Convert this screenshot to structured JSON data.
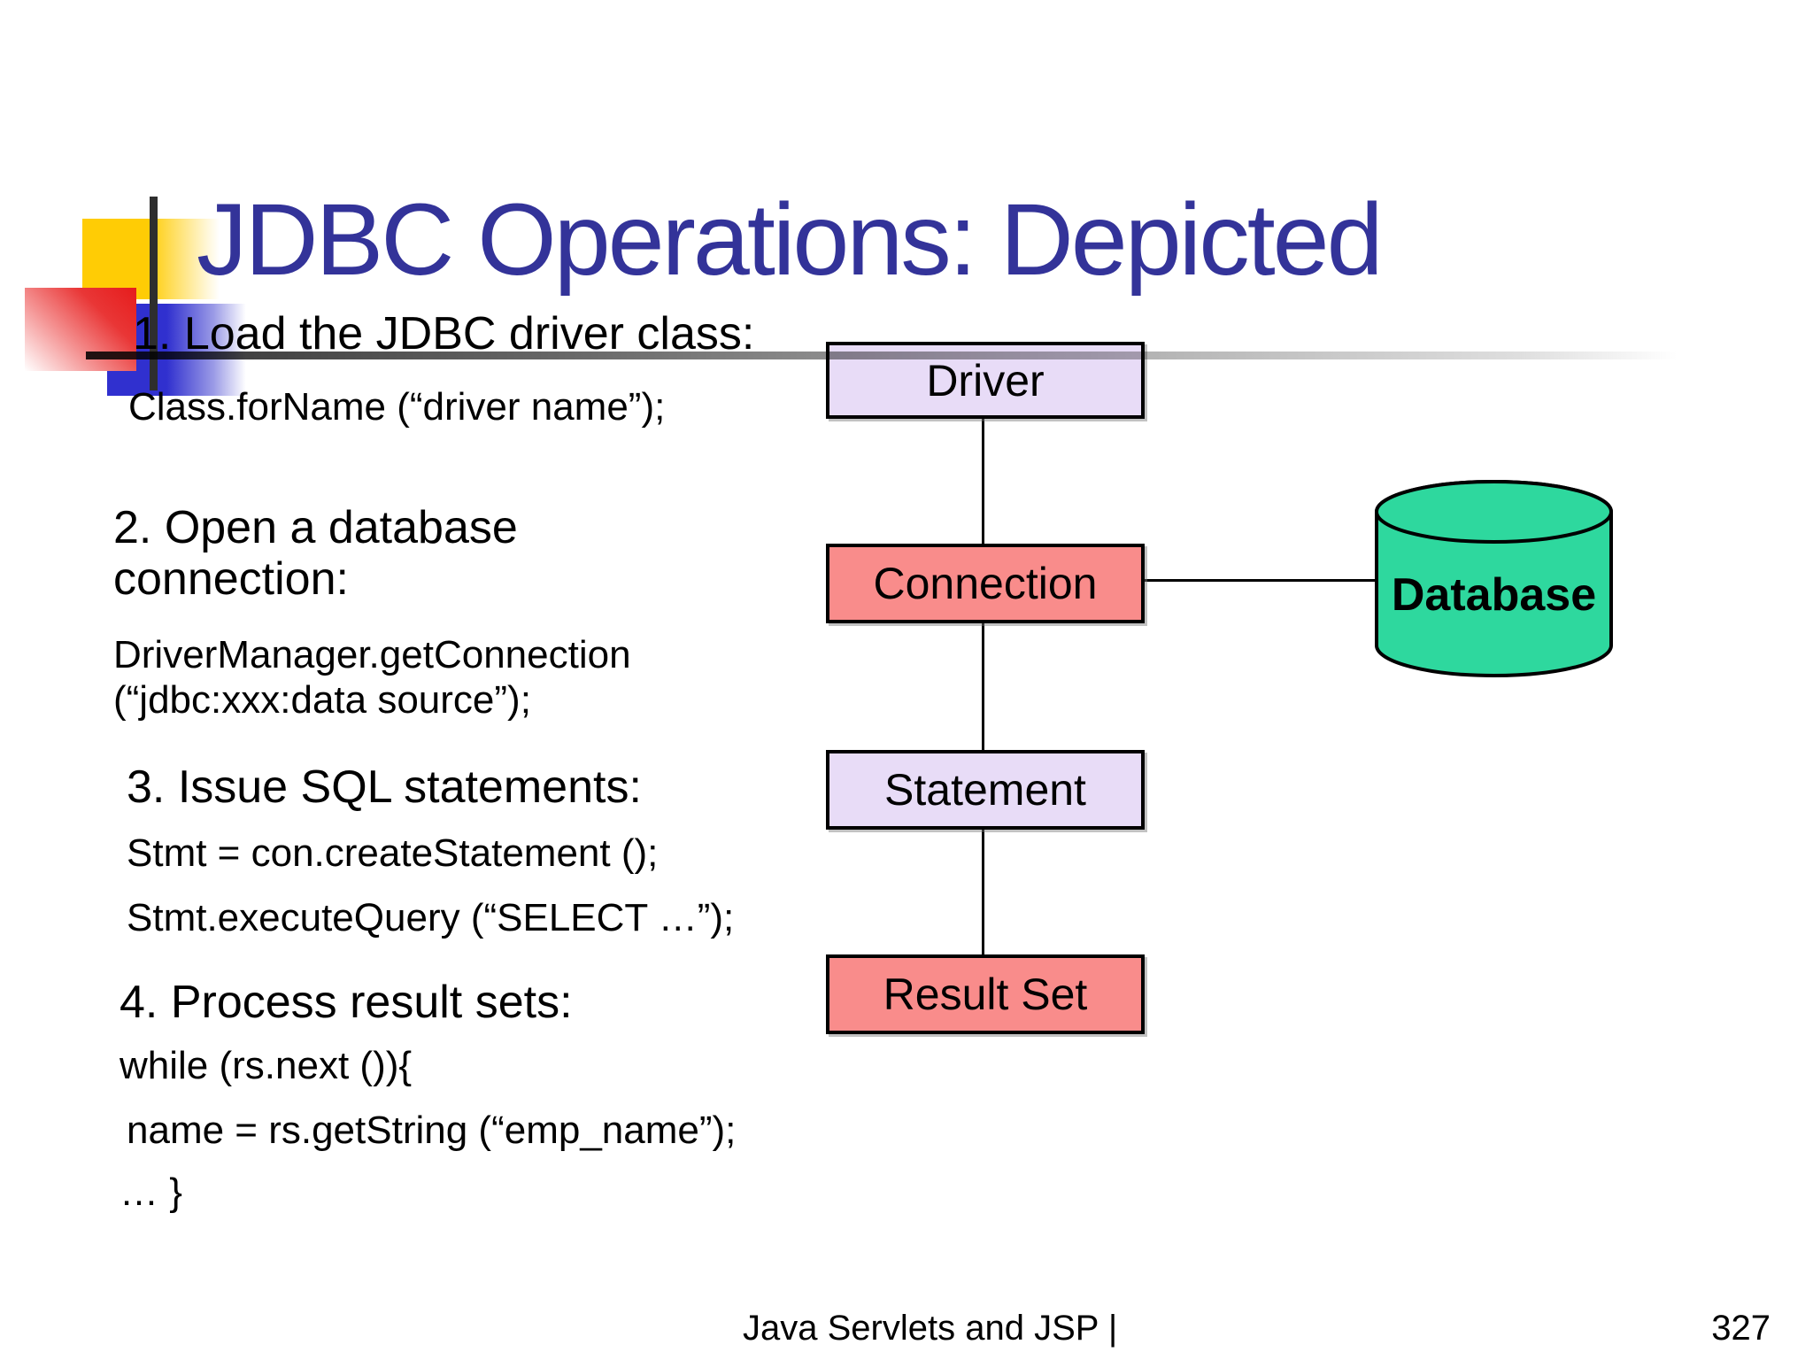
{
  "title": "JDBC Operations: Depicted",
  "steps": [
    {
      "heading": "1. Load the JDBC driver class:",
      "code": [
        "Class.forName (“driver name”);"
      ]
    },
    {
      "heading": "2. Open a database connection:",
      "code": [
        "DriverManager.getConnection (“jdbc:xxx:data source”);"
      ]
    },
    {
      "heading": "3. Issue SQL statements:",
      "code": [
        "Stmt = con.createStatement ();",
        "Stmt.executeQuery (“SELECT …”);"
      ]
    },
    {
      "heading": "4. Process result sets:",
      "code": [
        "while (rs.next ()){",
        "name = rs.getString (“emp_name”);",
        "… }"
      ]
    }
  ],
  "diagram": {
    "nodes": [
      {
        "id": "driver",
        "label": "Driver",
        "shape": "box",
        "fill": "#e8dcf7"
      },
      {
        "id": "connection",
        "label": "Connection",
        "shape": "box",
        "fill": "#f98c8b"
      },
      {
        "id": "statement",
        "label": "Statement",
        "shape": "box",
        "fill": "#e8dcf7"
      },
      {
        "id": "resultset",
        "label": "Result Set",
        "shape": "box",
        "fill": "#f98c8b"
      },
      {
        "id": "database",
        "label": "Database",
        "shape": "cylinder",
        "fill": "#2ed89e"
      }
    ],
    "edges": [
      {
        "from": "driver",
        "to": "connection"
      },
      {
        "from": "connection",
        "to": "statement"
      },
      {
        "from": "statement",
        "to": "resultset"
      },
      {
        "from": "connection",
        "to": "database"
      }
    ]
  },
  "footer": {
    "text": "Java Servlets and JSP |",
    "page_number": "327"
  },
  "colors": {
    "title_blue": "#333399",
    "box_purple": "#e8dcf7",
    "box_salmon": "#f98c8b",
    "cylinder_green": "#2ed89e",
    "accent_yellow": "#ffcc05",
    "accent_red": "#e61c1c",
    "accent_blue": "#3030cf",
    "rule_gray": "#6b6b6b"
  }
}
